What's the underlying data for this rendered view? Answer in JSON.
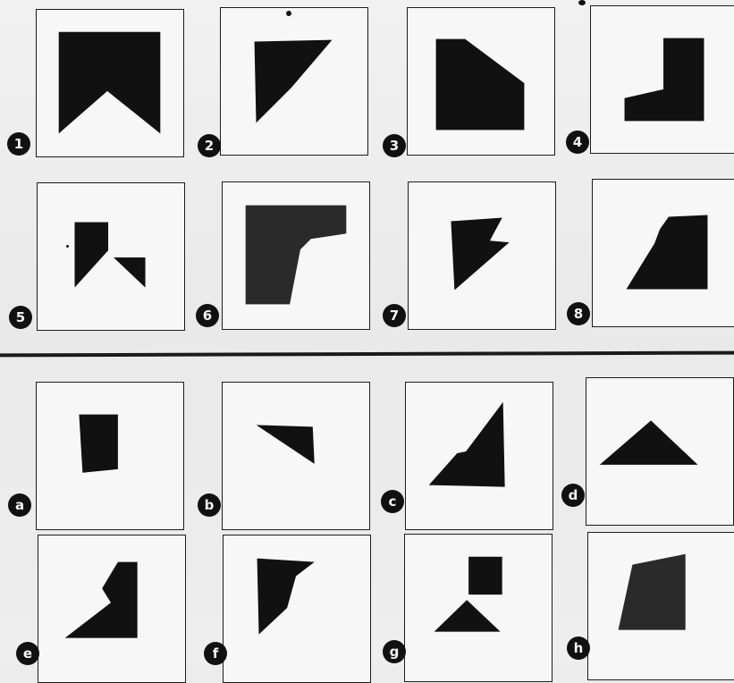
{
  "top_items": [
    {
      "label": "1"
    },
    {
      "label": "2"
    },
    {
      "label": "3"
    },
    {
      "label": "4"
    },
    {
      "label": "5"
    },
    {
      "label": "6"
    },
    {
      "label": "7"
    },
    {
      "label": "8"
    }
  ],
  "bottom_items": [
    {
      "label": "a"
    },
    {
      "label": "b"
    },
    {
      "label": "c"
    },
    {
      "label": "d"
    },
    {
      "label": "e"
    },
    {
      "label": "f"
    },
    {
      "label": "g"
    },
    {
      "label": "h"
    }
  ],
  "colors": {
    "shape": "#111111",
    "card": "#f7f7f7",
    "background": "#ececec"
  }
}
